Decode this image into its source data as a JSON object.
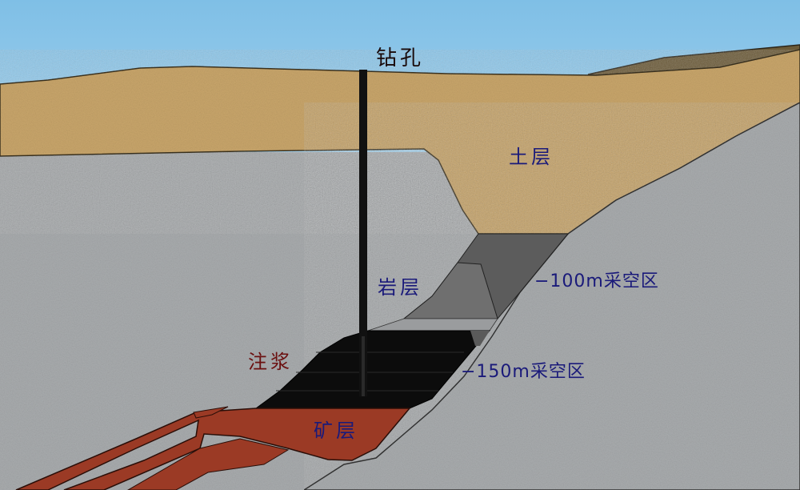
{
  "diagram": {
    "type": "geological cross-section",
    "labels": {
      "drill_hole": "钻孔",
      "soil_layer": "土层",
      "rock_layer": "岩层",
      "goaf_100": "−100m采空区",
      "goaf_150": "−150m采空区",
      "grouting": "注浆",
      "ore_layer": "矿层"
    },
    "colors": {
      "sky_top": "#8fc6e8",
      "sky_bottom": "#e8f6fb",
      "soil": "#c9a66b",
      "soil_dark": "#6b5a38",
      "rock": "#a9acae",
      "goaf_upper": "#5a5a5a",
      "goaf_upper_light": "#6e6e6e",
      "grout": "#0c0c0c",
      "ore": "#9b3a25",
      "drill": "#111111",
      "label_blue": "#1a1a7a",
      "label_red": "#6b1010"
    }
  }
}
